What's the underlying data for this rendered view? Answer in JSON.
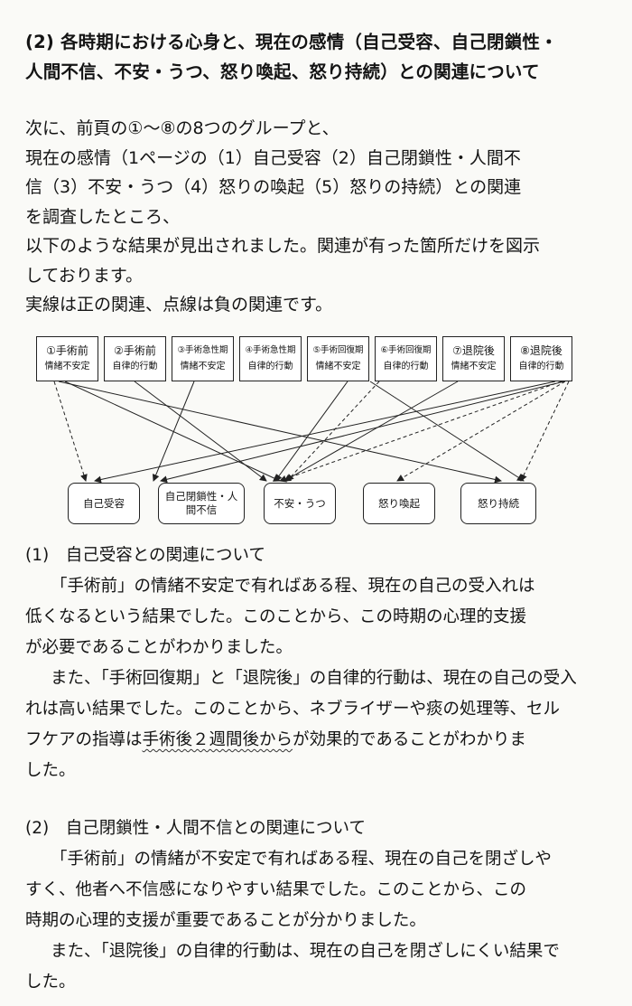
{
  "heading": {
    "line1": "(2) 各時期における心身と、現在の感情（自己受容、自己閉鎖性・",
    "line2": "人間不信、不安・うつ、怒り喚起、怒り持続）との関連について"
  },
  "intro": {
    "lines": [
      "次に、前頁の①～⑧の8つのグループと、",
      "現在の感情（1ページの（1）自己受容（2）自己閉鎖性・人間不",
      "信（3）不安・うつ（4）怒りの喚起（5）怒りの持続）との関連",
      "を調査したところ、",
      "以下のような結果が見出されました。関連が有った箇所だけを図示",
      "しております。",
      "実線は正の関連、点線は負の関連です。"
    ]
  },
  "diagram": {
    "groups": [
      {
        "num": "①手術前",
        "state": "情緒不安定"
      },
      {
        "num": "②手術前",
        "state": "自律的行動"
      },
      {
        "num": "③手術急性期",
        "state": "情緒不安定"
      },
      {
        "num": "④手術急性期",
        "state": "自律的行動"
      },
      {
        "num": "⑤手術回復期",
        "state": "情緒不安定"
      },
      {
        "num": "⑥手術回復期",
        "state": "自律的行動"
      },
      {
        "num": "⑦退院後",
        "state": "情緒不安定"
      },
      {
        "num": "⑧退院後",
        "state": "自律的行動"
      }
    ],
    "targets": {
      "t1": "自己受容",
      "t2a": "自己閉鎖性・人",
      "t2b": "間不信",
      "t3": "不安・うつ",
      "t4": "怒り喚起",
      "t5": "怒り持続"
    }
  },
  "section1": {
    "title": "(1)　自己受容との関連について",
    "p1": [
      "「手術前」の情緒不安定で有ればある程、現在の自己の受入れは",
      "低くなるという結果でした。このことから、この時期の心理的支援",
      "が必要であることがわかりました。"
    ],
    "p2_l1": "また、「手術回復期」と「退院後」の自律的行動は、現在の自己の受入",
    "p2_l2": "れは高い結果でした。このことから、ネブライザーや痰の処理等、セル",
    "p2_l3_pre": "フケアの指導は",
    "p2_l3_wavy": "手術後２週間後から",
    "p2_l3_post": "が効果的であることがわかりま",
    "p2_l4": "した。"
  },
  "section2": {
    "title": "(2)　自己閉鎖性・人間不信との関連について",
    "p1": [
      "「手術前」の情緒が不安定で有ればある程、現在の自己を閉ざしや",
      "すく、他者へ不信感になりやすい結果でした。このことから、この",
      "時期の心理的支援が重要であることが分かりました。"
    ],
    "p2_l1": "また、「退院後」の自律的行動は、現在の自己を閉ざしにくい結果で",
    "p2_l2": "した。"
  }
}
